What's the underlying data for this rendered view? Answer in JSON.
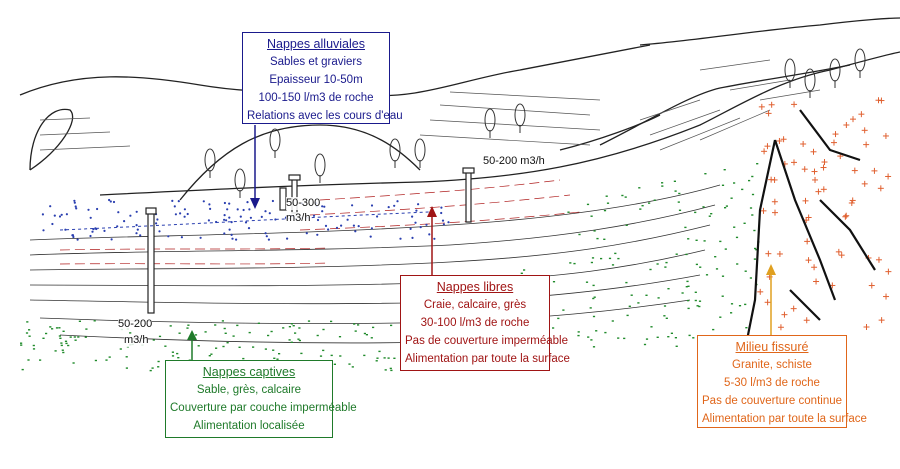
{
  "colors": {
    "alluviales": "#1a1a8c",
    "libres": "#a01414",
    "captives": "#1f7a2a",
    "fissure": "#e0661a",
    "dots_blue": "#2a3fb0",
    "dots_green": "#1f8a2a",
    "red_strata": "#b02020",
    "cross": "#e06030"
  },
  "boxes": {
    "alluviales": {
      "title": "Nappes alluviales",
      "lines": [
        "Sables et graviers",
        "Epaisseur 10-50m",
        "100-150 l/m3 de roche",
        "Relations avec les cours d'eau"
      ]
    },
    "libres": {
      "title": "Nappes libres",
      "lines": [
        "Craie, calcaire, grès",
        "30-100 l/m3 de roche",
        "Pas de couverture imperméable",
        "Alimentation par toute la surface"
      ]
    },
    "captives": {
      "title": "Nappes captives",
      "lines": [
        "Sable, grès, calcaire",
        "Couverture par couche imperméable",
        "Alimentation localisée"
      ]
    },
    "fissure": {
      "title": "Milieu fissuré",
      "lines": [
        "Granite, schiste",
        "5-30 l/m3 de roche",
        "Pas de couverture continue",
        "Alimentation par toute la surface"
      ]
    }
  },
  "well_labels": {
    "w1": "50-300",
    "w1_unit": "m3/h",
    "w2": "50-200 m3/h",
    "w3": "50-200",
    "w3_unit": "m3/h"
  }
}
